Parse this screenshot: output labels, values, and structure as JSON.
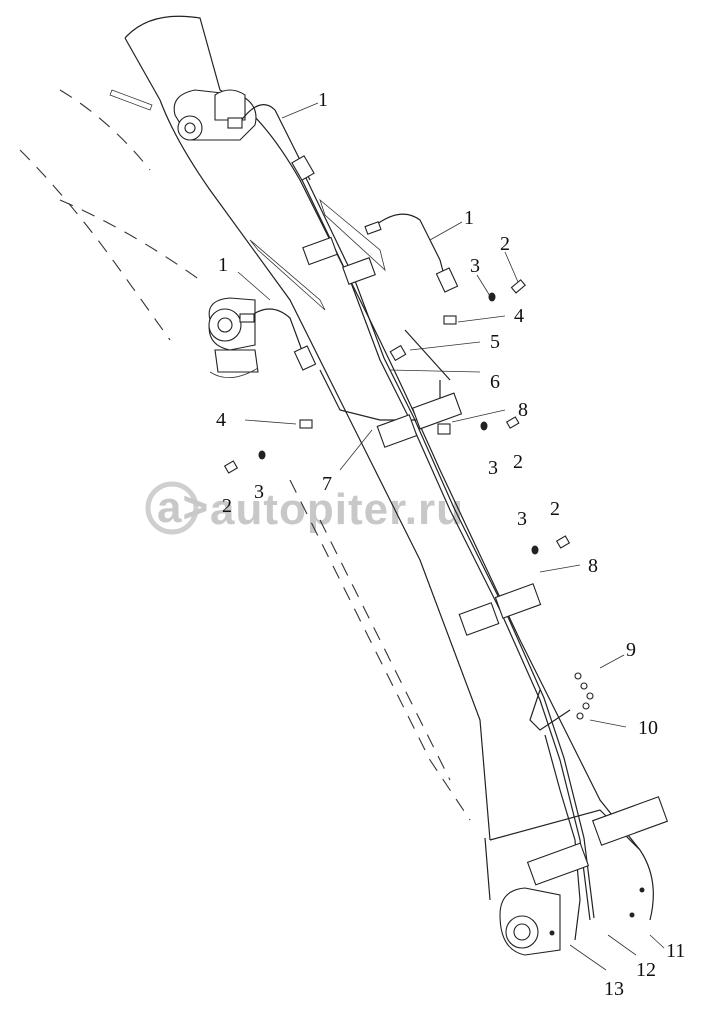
{
  "watermark": {
    "text": "autopiter.ru"
  },
  "callouts": [
    {
      "id": "c1a",
      "text": "1"
    },
    {
      "id": "c1b",
      "text": "1"
    },
    {
      "id": "c1c",
      "text": "1"
    },
    {
      "id": "c2a",
      "text": "2"
    },
    {
      "id": "c3a",
      "text": "3"
    },
    {
      "id": "c4a",
      "text": "4"
    },
    {
      "id": "c5",
      "text": "5"
    },
    {
      "id": "c6",
      "text": "6"
    },
    {
      "id": "c8a",
      "text": "8"
    },
    {
      "id": "c3b",
      "text": "3"
    },
    {
      "id": "c2b",
      "text": "2"
    },
    {
      "id": "c4b",
      "text": "4"
    },
    {
      "id": "c2c",
      "text": "2"
    },
    {
      "id": "c3c",
      "text": "3"
    },
    {
      "id": "c7",
      "text": "7"
    },
    {
      "id": "c3d",
      "text": "3"
    },
    {
      "id": "c2d",
      "text": "2"
    },
    {
      "id": "c8b",
      "text": "8"
    },
    {
      "id": "c9",
      "text": "9"
    },
    {
      "id": "c10",
      "text": "10"
    },
    {
      "id": "c11",
      "text": "11"
    },
    {
      "id": "c12",
      "text": "12"
    },
    {
      "id": "c13",
      "text": "13"
    }
  ]
}
